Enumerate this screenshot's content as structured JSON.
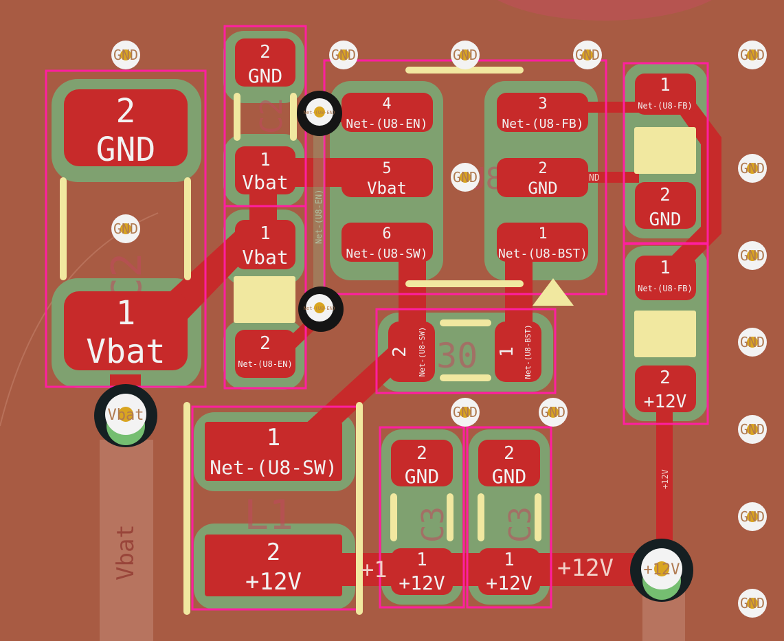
{
  "colors": {
    "board": "#a85b43",
    "copper": "#c72a2a",
    "pad_text": "#f2f2f2",
    "clearance": "#7fa170",
    "silk": "#f1e8a0",
    "courtyard": "#ff1fa0",
    "via_ring": "#f3f3f3",
    "via_hole": "#d9a520"
  },
  "component_labels": {
    "c_left": "C2",
    "c_top": "C2",
    "u8": "U8",
    "c30": "C30",
    "l1": "L1",
    "c_bot_left": "C3",
    "c_bot_right": "C3"
  },
  "vias": {
    "gnd": "GND",
    "vbat": "Vbat",
    "plus12v": "+12V",
    "en_net": "Net-(U8-EN)"
  },
  "traces": {
    "vbat": "Vbat",
    "net_en_vertical": "Net-(U8-EN)",
    "plus12v_vertical": "+12V",
    "plus12v_bottom": "+12V",
    "plus12v_partial": "+1",
    "gnd_partial": "ND"
  },
  "pads": {
    "c_left_p2": {
      "num": "2",
      "net": "GND"
    },
    "c_left_p1": {
      "num": "1",
      "net": "Vbat"
    },
    "c_top_p2": {
      "num": "2",
      "net": "GND"
    },
    "c_top_p1": {
      "num": "1",
      "net": "Vbat"
    },
    "c_mid_p1": {
      "num": "1",
      "net": "Vbat"
    },
    "c_mid_p2": {
      "num": "2",
      "net": "Net-(U8-EN)"
    },
    "u8_p4": {
      "num": "4",
      "net": "Net-(U8-EN)"
    },
    "u8_p5": {
      "num": "5",
      "net": "Vbat"
    },
    "u8_p6": {
      "num": "6",
      "net": "Net-(U8-SW)"
    },
    "u8_p3": {
      "num": "3",
      "net": "Net-(U8-FB)"
    },
    "u8_p2": {
      "num": "2",
      "net": "GND"
    },
    "u8_p1": {
      "num": "1",
      "net": "Net-(U8-BST)"
    },
    "r_top_p1": {
      "num": "1",
      "net": "Net-(U8-FB)"
    },
    "r_top_p2": {
      "num": "2",
      "net": "GND"
    },
    "r_bot_p1": {
      "num": "1",
      "net": "Net-(U8-FB)"
    },
    "r_bot_p2": {
      "num": "2",
      "net": "+12V"
    },
    "c30_p2": {
      "num": "2",
      "net": "Net-(U8-SW)"
    },
    "c30_p1": {
      "num": "1",
      "net": "Net-(U8-BST)"
    },
    "l1_p1": {
      "num": "1",
      "net": "Net-(U8-SW)"
    },
    "l1_p2": {
      "num": "2",
      "net": "+12V"
    },
    "c_bl_p2": {
      "num": "2",
      "net": "GND"
    },
    "c_bl_p1": {
      "num": "1",
      "net": "+12V"
    },
    "c_br_p2": {
      "num": "2",
      "net": "GND"
    },
    "c_br_p1": {
      "num": "1",
      "net": "+12V"
    }
  }
}
